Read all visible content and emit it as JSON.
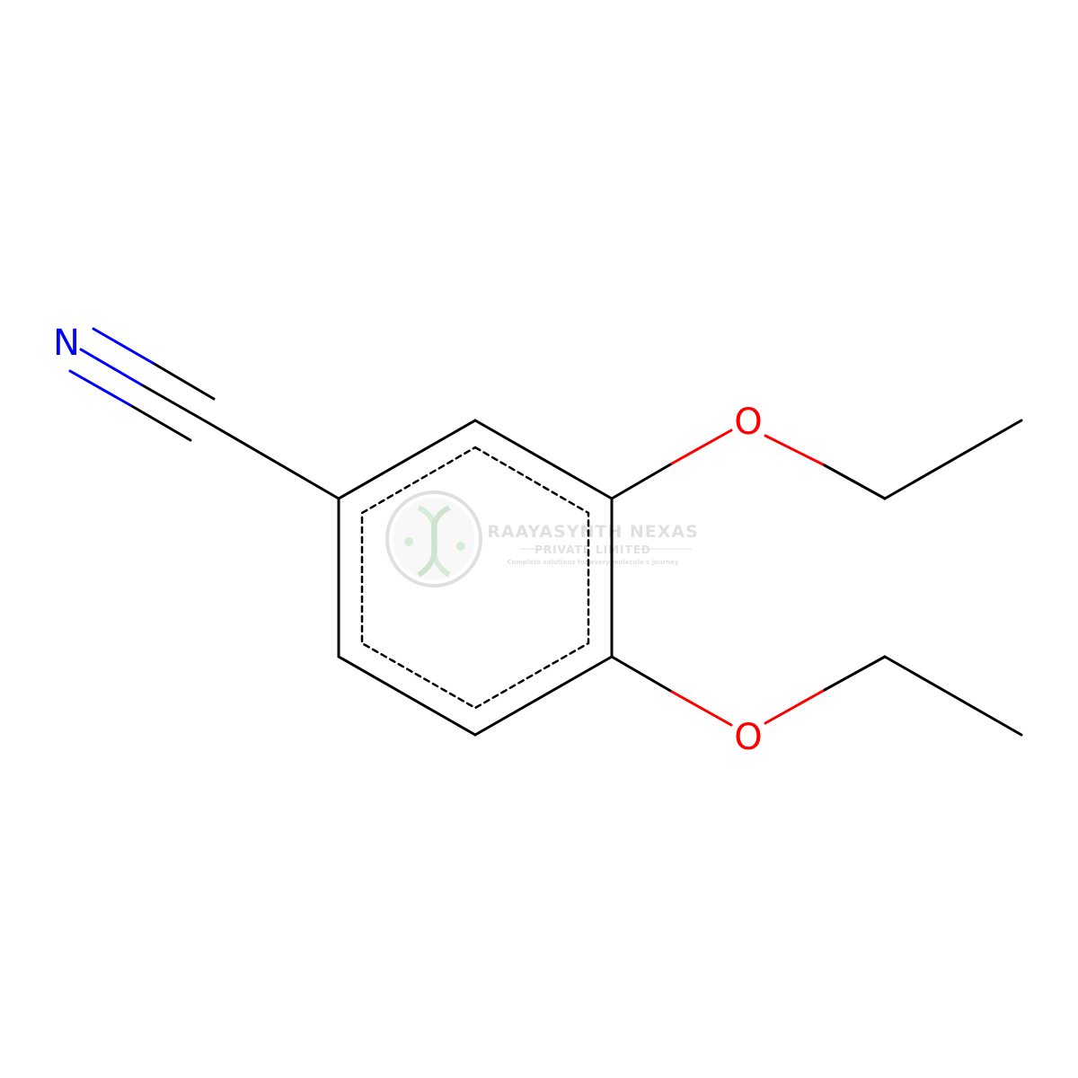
{
  "molecule": {
    "atoms": [
      {
        "id": "N1",
        "label": "N",
        "color": "#0000ff"
      },
      {
        "id": "O1",
        "label": "O",
        "color": "#ff0000"
      },
      {
        "id": "O2",
        "label": "O",
        "color": "#ff0000"
      }
    ],
    "colors": {
      "bond": "#000000",
      "nitrogen": "#0000ff",
      "oxygen": "#ff0000"
    }
  },
  "watermark": {
    "title": "RAAYASYNTH NEXAS",
    "subtitle": "PRIVATE LIMITED",
    "tagline": "Complete solutions for every molecule's journey",
    "color": "#c8c8c8",
    "logo_color": "#b9dcb9",
    "opacity": 0.55
  }
}
